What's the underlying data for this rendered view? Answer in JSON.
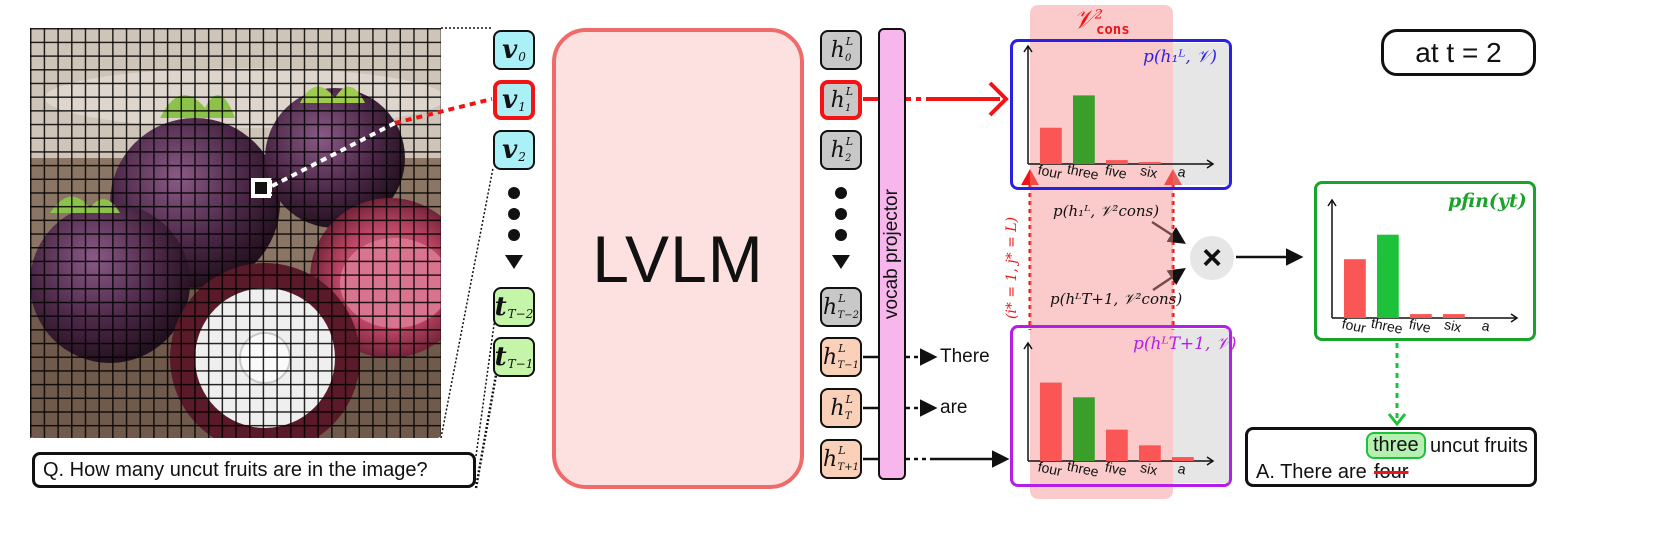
{
  "question": "Q. How many uncut fruits are in the image?",
  "model_label": "LVLM",
  "vocab_label": "vocab projector",
  "time_label": "at t = 2",
  "visual_tokens": [
    {
      "sym": "v",
      "sub": "0"
    },
    {
      "sym": "v",
      "sub": "1"
    },
    {
      "sym": "v",
      "sub": "2"
    }
  ],
  "text_tokens": [
    {
      "sym": "t",
      "sub": "T−2"
    },
    {
      "sym": "t",
      "sub": "T−1"
    }
  ],
  "hidden_states": [
    {
      "sub": "0"
    },
    {
      "sub": "1"
    },
    {
      "sub": "2"
    },
    {
      "sub": "T−2"
    },
    {
      "sub": "T−1"
    },
    {
      "sub": "T"
    },
    {
      "sub": "T+1"
    }
  ],
  "hidden_sup": "L",
  "output_words": [
    "There",
    "are"
  ],
  "cons_label": "𝒱",
  "cons_sup": "2",
  "cons_sub": "cons",
  "red_vertical_label": "(i* = 1, j* = L)",
  "product_labels": [
    "p(h₁ᴸ, 𝒱²cons)",
    "p(hᴸT+1, 𝒱²cons)"
  ],
  "multiply_symbol": "×",
  "charts": {
    "top": {
      "title": "p(h₁ᴸ, 𝒱)",
      "color": "#2a1fe6",
      "categories": [
        "four",
        "three",
        "five",
        "six",
        "a"
      ],
      "values": [
        0.37,
        0.7,
        0.04,
        0.02,
        0.0
      ],
      "highlight": 1
    },
    "bottom": {
      "title": "p(hᴸT+1, 𝒱)",
      "color": "#b41ee8",
      "categories": [
        "four",
        "three",
        "five",
        "six",
        "a"
      ],
      "values": [
        0.8,
        0.65,
        0.32,
        0.16,
        0.04
      ],
      "highlight": 1
    },
    "final": {
      "title": "pfin(yt)",
      "color": "#1aa32a",
      "categories": [
        "four",
        "three",
        "five",
        "six",
        "a"
      ],
      "values": [
        0.6,
        0.85,
        0.04,
        0.04,
        0.0
      ],
      "highlight": 1
    }
  },
  "answer": {
    "prefix": "A. There are",
    "struck": "four",
    "correction": "three",
    "suffix": "uncut fruits"
  },
  "colors": {
    "red": "#f21414",
    "green": "#1ec23a",
    "bar_red": "#fb5656",
    "bar_green": "#3a9f2a"
  }
}
